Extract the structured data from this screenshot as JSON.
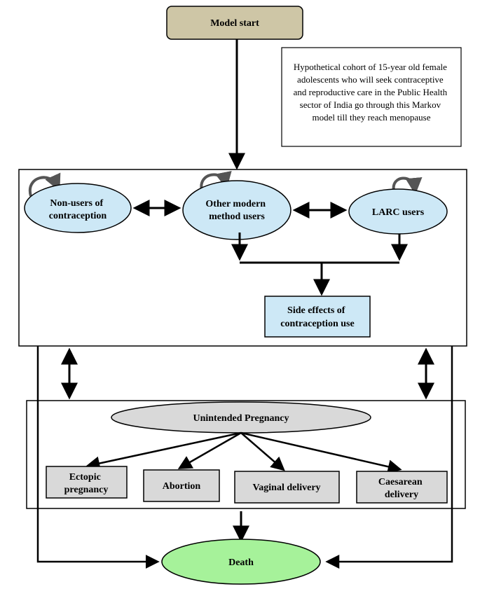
{
  "nodes": {
    "model_start": "Model start",
    "cohort_note": [
      "Hypothetical cohort of 15-year old female",
      "adolescents who will seek contraceptive",
      "and reproductive care in the Public Health",
      "sector of India go through this Markov",
      "model till they reach menopause"
    ],
    "non_users": [
      "Non-users of",
      "contraception"
    ],
    "other_modern": [
      "Other modern",
      "method users"
    ],
    "larc": "LARC users",
    "side_effects": [
      "Side effects of",
      "contraception use"
    ],
    "unintended": "Unintended Pregnancy",
    "ectopic": [
      "Ectopic",
      "pregnancy"
    ],
    "abortion": "Abortion",
    "vaginal": "Vaginal delivery",
    "caesarean": [
      "Caesarean",
      "delivery"
    ],
    "death": "Death"
  },
  "colors": {
    "model_start_fill": "#cec6a6",
    "state_fill": "#cde8f6",
    "side_effects_fill": "#cde8f6",
    "pregnancy_fill": "#d9d9d9",
    "outcome_fill": "#d9d9d9",
    "death_fill": "#a6f29a",
    "stroke": "#000000"
  }
}
